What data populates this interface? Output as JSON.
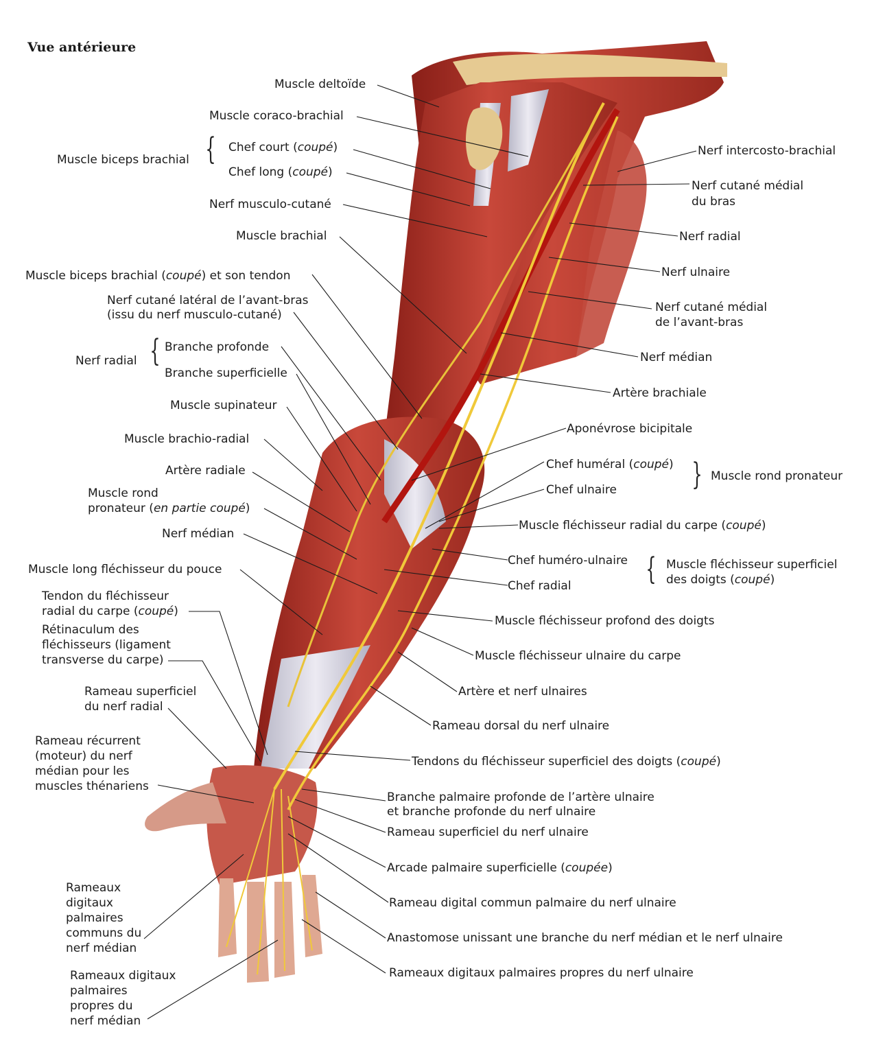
{
  "title": "Vue antérieure",
  "colors": {
    "muscle": "#b9342a",
    "muscle_dark": "#7e1c16",
    "tendon": "#d9d8e4",
    "nerve": "#e8c33a",
    "artery": "#c0241b",
    "skin": "#e7b7a0"
  },
  "labels": {
    "deltoide": "Muscle deltoïde",
    "coraco": "Muscle coraco-brachial",
    "biceps_group": "Muscle biceps brachial",
    "chef_court_a": "Chef court (",
    "chef_court_i": "coupé",
    "chef_court_b": ")",
    "chef_long_a": "Chef long (",
    "chef_long_i": "coupé",
    "chef_long_b": ")",
    "musculo_cutane": "Nerf musculo-cutané",
    "brachial": "Muscle brachial",
    "biceps_coupe_a": "Muscle biceps brachial (",
    "biceps_coupe_i": "coupé",
    "biceps_coupe_b": ") et son tendon",
    "cut_lat_1": "Nerf cutané latéral de l’avant-bras",
    "cut_lat_2": "(issu du nerf musculo-cutané)",
    "radial_group": "Nerf radial",
    "branche_profonde": "Branche profonde",
    "branche_superficielle": "Branche superficielle",
    "supinateur": "Muscle supinateur",
    "brachio_radial": "Muscle brachio-radial",
    "artere_radiale": "Artère radiale",
    "rond_pron_1": "Muscle rond",
    "rond_pron_2a": "pronateur (",
    "rond_pron_2i": "en partie coupé",
    "rond_pron_2b": ")",
    "nerf_median_l": "Nerf médian",
    "long_flechisseur": "Muscle long fléchisseur du pouce",
    "tendon_fl_1": "Tendon du fléchisseur",
    "tendon_fl_2a": "radial du carpe (",
    "tendon_fl_2i": "coupé",
    "tendon_fl_2b": ")",
    "retinaculum_1": "Rétinaculum des",
    "retinaculum_2": "fléchisseurs (ligament",
    "retinaculum_3": "transverse du carpe)",
    "rameau_sup_rad_1": "Rameau superficiel",
    "rameau_sup_rad_2": "du nerf radial",
    "rameau_rec_1": "Rameau récurrent",
    "rameau_rec_2": "(moteur) du nerf",
    "rameau_rec_3": "médian pour les",
    "rameau_rec_4": "muscles thénariens",
    "dig_comm_1": "Rameaux",
    "dig_comm_2": "digitaux",
    "dig_comm_3": "palmaires",
    "dig_comm_4": "communs du",
    "dig_comm_5": "nerf médian",
    "dig_prop_1": "Rameaux digitaux",
    "dig_prop_2": "palmaires",
    "dig_prop_3": "propres du",
    "dig_prop_4": "nerf médian",
    "intercosto": "Nerf intercosto-brachial",
    "cut_med_bras_1": "Nerf cutané médial",
    "cut_med_bras_2": "du bras",
    "nerf_radial_r": "Nerf radial",
    "nerf_ulnaire": "Nerf ulnaire",
    "cut_med_ab_1": "Nerf cutané médial",
    "cut_med_ab_2": "de l’avant-bras",
    "nerf_median_r": "Nerf médian",
    "artere_brachiale": "Artère brachiale",
    "aponevrose": "Aponévrose bicipitale",
    "chef_humeral_a": "Chef huméral (",
    "chef_humeral_i": "coupé",
    "chef_humeral_b": ")",
    "chef_ulnaire": "Chef ulnaire",
    "rond_pronateur_group": "Muscle rond pronateur",
    "flech_radial_a": "Muscle fléchisseur radial du carpe (",
    "flech_radial_i": "coupé",
    "flech_radial_b": ")",
    "chef_humero_ulnaire": "Chef huméro-ulnaire",
    "chef_radial": "Chef radial",
    "flech_sup_1": "Muscle fléchisseur superficiel",
    "flech_sup_2a": "des doigts (",
    "flech_sup_2i": "coupé",
    "flech_sup_2b": ")",
    "flech_profond": "Muscle fléchisseur profond des doigts",
    "flech_ulnaire": "Muscle fléchisseur ulnaire du carpe",
    "artere_nerf_uln": "Artère et nerf ulnaires",
    "rameau_dorsal": "Rameau dorsal du nerf ulnaire",
    "tendons_sup_a": "Tendons du fléchisseur superficiel des doigts (",
    "tendons_sup_i": "coupé",
    "tendons_sup_b": ")",
    "branche_palm_1": "Branche palmaire profonde de l’artère ulnaire",
    "branche_palm_2": "et branche profonde du nerf ulnaire",
    "rameau_sup_uln": "Rameau superficiel du nerf ulnaire",
    "arcade_a": "Arcade palmaire superficielle (",
    "arcade_i": "coupée",
    "arcade_b": ")",
    "rameau_dig_comm": "Rameau digital commun palmaire du nerf ulnaire",
    "anastomose": "Anastomose unissant une branche du nerf médian et le nerf ulnaire",
    "rameaux_dig_prop": "Rameaux digitaux palmaires propres du nerf ulnaire"
  }
}
